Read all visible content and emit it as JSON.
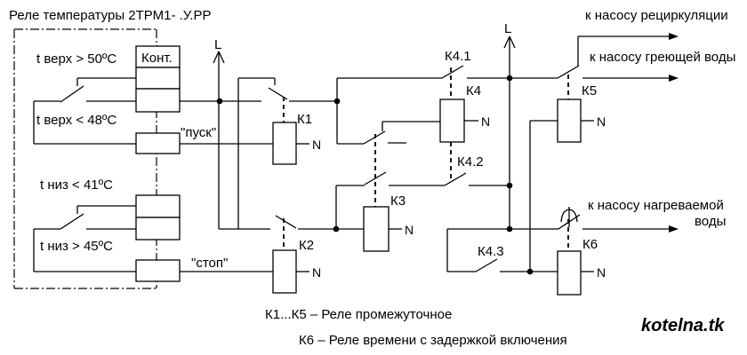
{
  "title": "Реле температуры 2ТРМ1- .У.РР",
  "device": {
    "contacts_header": "Конт.",
    "cond_upper_on": "t верх > 50ºС",
    "cond_upper_off": "t верх < 48ºС",
    "cond_lower_on": "t низ < 41ºС",
    "cond_lower_off": "t низ > 45ºС",
    "start": "\"пуск\"",
    "stop": "\"стоп\""
  },
  "power": {
    "line": "L",
    "neutral": "N"
  },
  "relays": {
    "k1": "К1",
    "k2": "К2",
    "k3": "К3",
    "k4": "К4",
    "k41": "К4.1",
    "k42": "К4.2",
    "k43": "К4.3",
    "k5": "К5",
    "k6": "К6"
  },
  "outputs": {
    "recirculation": "к насосу рециркуляции",
    "heating_water": "к насосу греющей воды",
    "heated_water_line1": "к насосу нагреваемой",
    "heated_water_line2": "воды"
  },
  "legend": {
    "line1": "К1...К5 – Реле промежуточное",
    "line2": "К6 – Реле времени с задержкой включения"
  },
  "watermark": "kotelna.tk",
  "colors": {
    "ink": "#000000",
    "background": "#ffffff"
  }
}
